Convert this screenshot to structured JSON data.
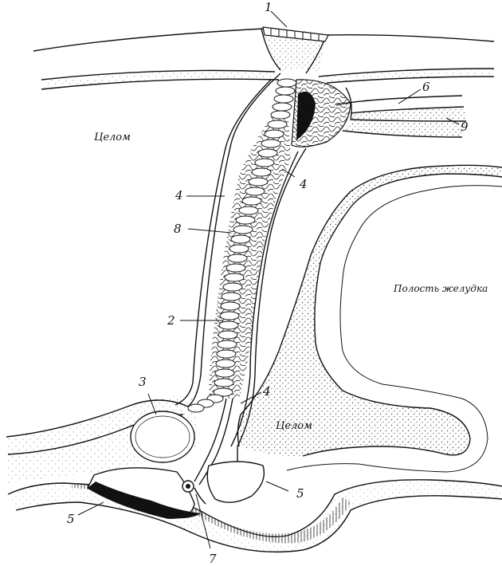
{
  "figure": {
    "labels": {
      "n1": "1",
      "n2": "2",
      "n3": "3",
      "n4a": "4",
      "n4b": "4",
      "n4c": "4",
      "n5a": "5",
      "n5b": "5",
      "n6": "6",
      "n7": "7",
      "n8": "8",
      "n9": "9"
    },
    "regions": {
      "coelom_top": "Целом",
      "coelom_bottom": "Целом",
      "stomach": "Полость желудка"
    }
  }
}
